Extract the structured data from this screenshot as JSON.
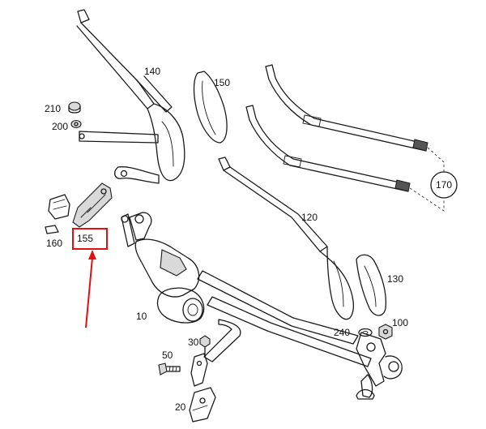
{
  "callouts": [
    {
      "id": "140",
      "label": "140"
    },
    {
      "id": "150",
      "label": "150"
    },
    {
      "id": "210",
      "label": "210"
    },
    {
      "id": "200",
      "label": "200"
    },
    {
      "id": "170",
      "label": "170"
    },
    {
      "id": "120",
      "label": "120"
    },
    {
      "id": "160",
      "label": "160"
    },
    {
      "id": "155",
      "label": "155"
    },
    {
      "id": "130",
      "label": "130"
    },
    {
      "id": "10",
      "label": "10"
    },
    {
      "id": "240",
      "label": "240"
    },
    {
      "id": "100",
      "label": "100"
    },
    {
      "id": "30",
      "label": "30"
    },
    {
      "id": "50",
      "label": "50"
    },
    {
      "id": "20",
      "label": "20"
    }
  ],
  "highlight": {
    "target": "155",
    "color": "#e01010"
  },
  "colors": {
    "line": "#1a1a1a",
    "fill": "#d9d9d9",
    "highlight": "#e01010"
  }
}
